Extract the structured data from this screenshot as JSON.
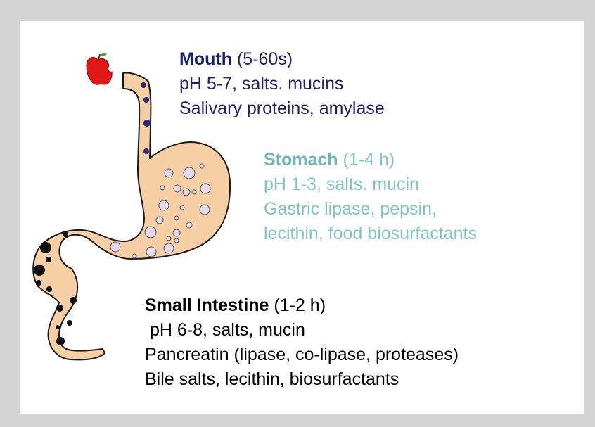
{
  "mouth": {
    "title": "Mouth",
    "duration": " (5-60s)",
    "line1": "pH 5-7, salts. mucins",
    "line2": "Salivary proteins, amylase"
  },
  "stomach": {
    "title": "Stomach",
    "duration": " (1-4 h)",
    "line1": "pH 1-3, salts. mucin",
    "line2": "Gastric lipase, pepsin,",
    "line3": "lecithin, food biosurfactants"
  },
  "small_intestine": {
    "title": "Small Intestine",
    "duration": " (1-2 h)",
    "line1": " pH 6-8, salts, mucin",
    "line2": "Pancreatin (lipase, co-lipase, proteases)",
    "line3": "Bile salts, lecithin, biosurfactants"
  },
  "colors": {
    "background": "#d4d4d4",
    "tract_fill": "#f7cfa4",
    "mouth_text": "#1c1f6b",
    "stomach_text": "#7fc4c6",
    "intestine_text": "#000000",
    "apple": "#e01818"
  },
  "icons": [
    "apple-icon",
    "digestive-tract-illustration"
  ]
}
